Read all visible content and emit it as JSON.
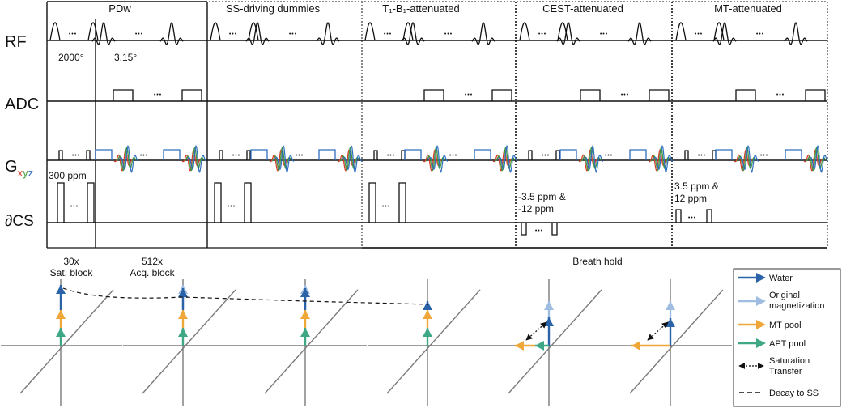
{
  "columns": [
    "PDw",
    "SS-driving dummies",
    "T₁-B₁-attenuated",
    "CEST-attenuated",
    "MT-attenuated"
  ],
  "rows": {
    "rf": "RF",
    "adc": "ADC",
    "g_main": "G",
    "g_x": "x",
    "g_y": "y",
    "g_z": "z",
    "cs": "∂CS"
  },
  "annotations": {
    "flip_sat": "2000°",
    "flip_acq": "3.15°",
    "sat_freq": "300 ppm",
    "cest_freq_1": "-3.5 ppm &",
    "cest_freq_2": "-12 ppm",
    "mt_freq_1": "3.5 ppm &",
    "mt_freq_2": "12 ppm",
    "sat_count": "30x",
    "sat_label": "Sat. block",
    "acq_count": "512x",
    "acq_label": "Acq. block",
    "breath_hold": "Breath hold",
    "ellipsis": "•••"
  },
  "legend": {
    "water": "Water",
    "original_1": "Original",
    "original_2": "magnetization",
    "mt": "MT pool",
    "apt": "APT pool",
    "sat_1": "Saturation",
    "sat_2": "Transfer",
    "decay": "Decay to SS"
  },
  "colors": {
    "water": "#2a63a8",
    "original": "#9fbde0",
    "mt": "#f0a73a",
    "apt": "#3ea786",
    "gx": "#d63a2a",
    "gy": "#3e9a3c",
    "gz": "#2e6fc0",
    "blue_block": "#2e6fc0",
    "axis": "#7a7a7a"
  }
}
